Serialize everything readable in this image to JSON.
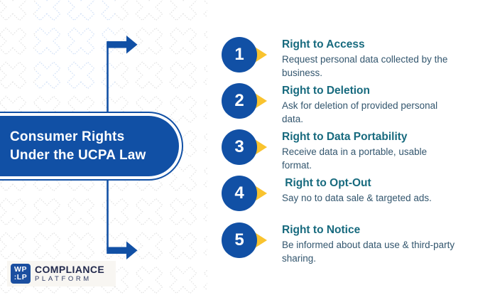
{
  "header": {
    "title_line1": "Consumer Rights",
    "title_line2": "Under the UCPA Law"
  },
  "items": [
    {
      "number": "1",
      "title": "Right to Access",
      "description": "Request personal data collected by the business."
    },
    {
      "number": "2",
      "title": "Right to Deletion",
      "description": "Ask for deletion of provided personal data."
    },
    {
      "number": "3",
      "title": "Right to Data Portability",
      "description": "Receive data in a portable, usable format."
    },
    {
      "number": "4",
      "title": " Right to Opt-Out",
      "description": "Say no to data sale & targeted ads."
    },
    {
      "number": "5",
      "title": "Right to Notice",
      "description": "Be informed about data use & third-party sharing."
    }
  ],
  "logo": {
    "mark_line1": "WP",
    "mark_line2": ":LP",
    "name": "COMPLIANCE",
    "subtitle": "PLATFORM"
  },
  "colors": {
    "primary_blue": "#1150a5",
    "accent_yellow": "#f9c32e",
    "title_teal": "#176a7e",
    "body_text": "#33566e",
    "pattern_gray": "#e2e2e2",
    "pattern_blue": "#cfdff7",
    "logo_bg": "#f8f6f2"
  }
}
